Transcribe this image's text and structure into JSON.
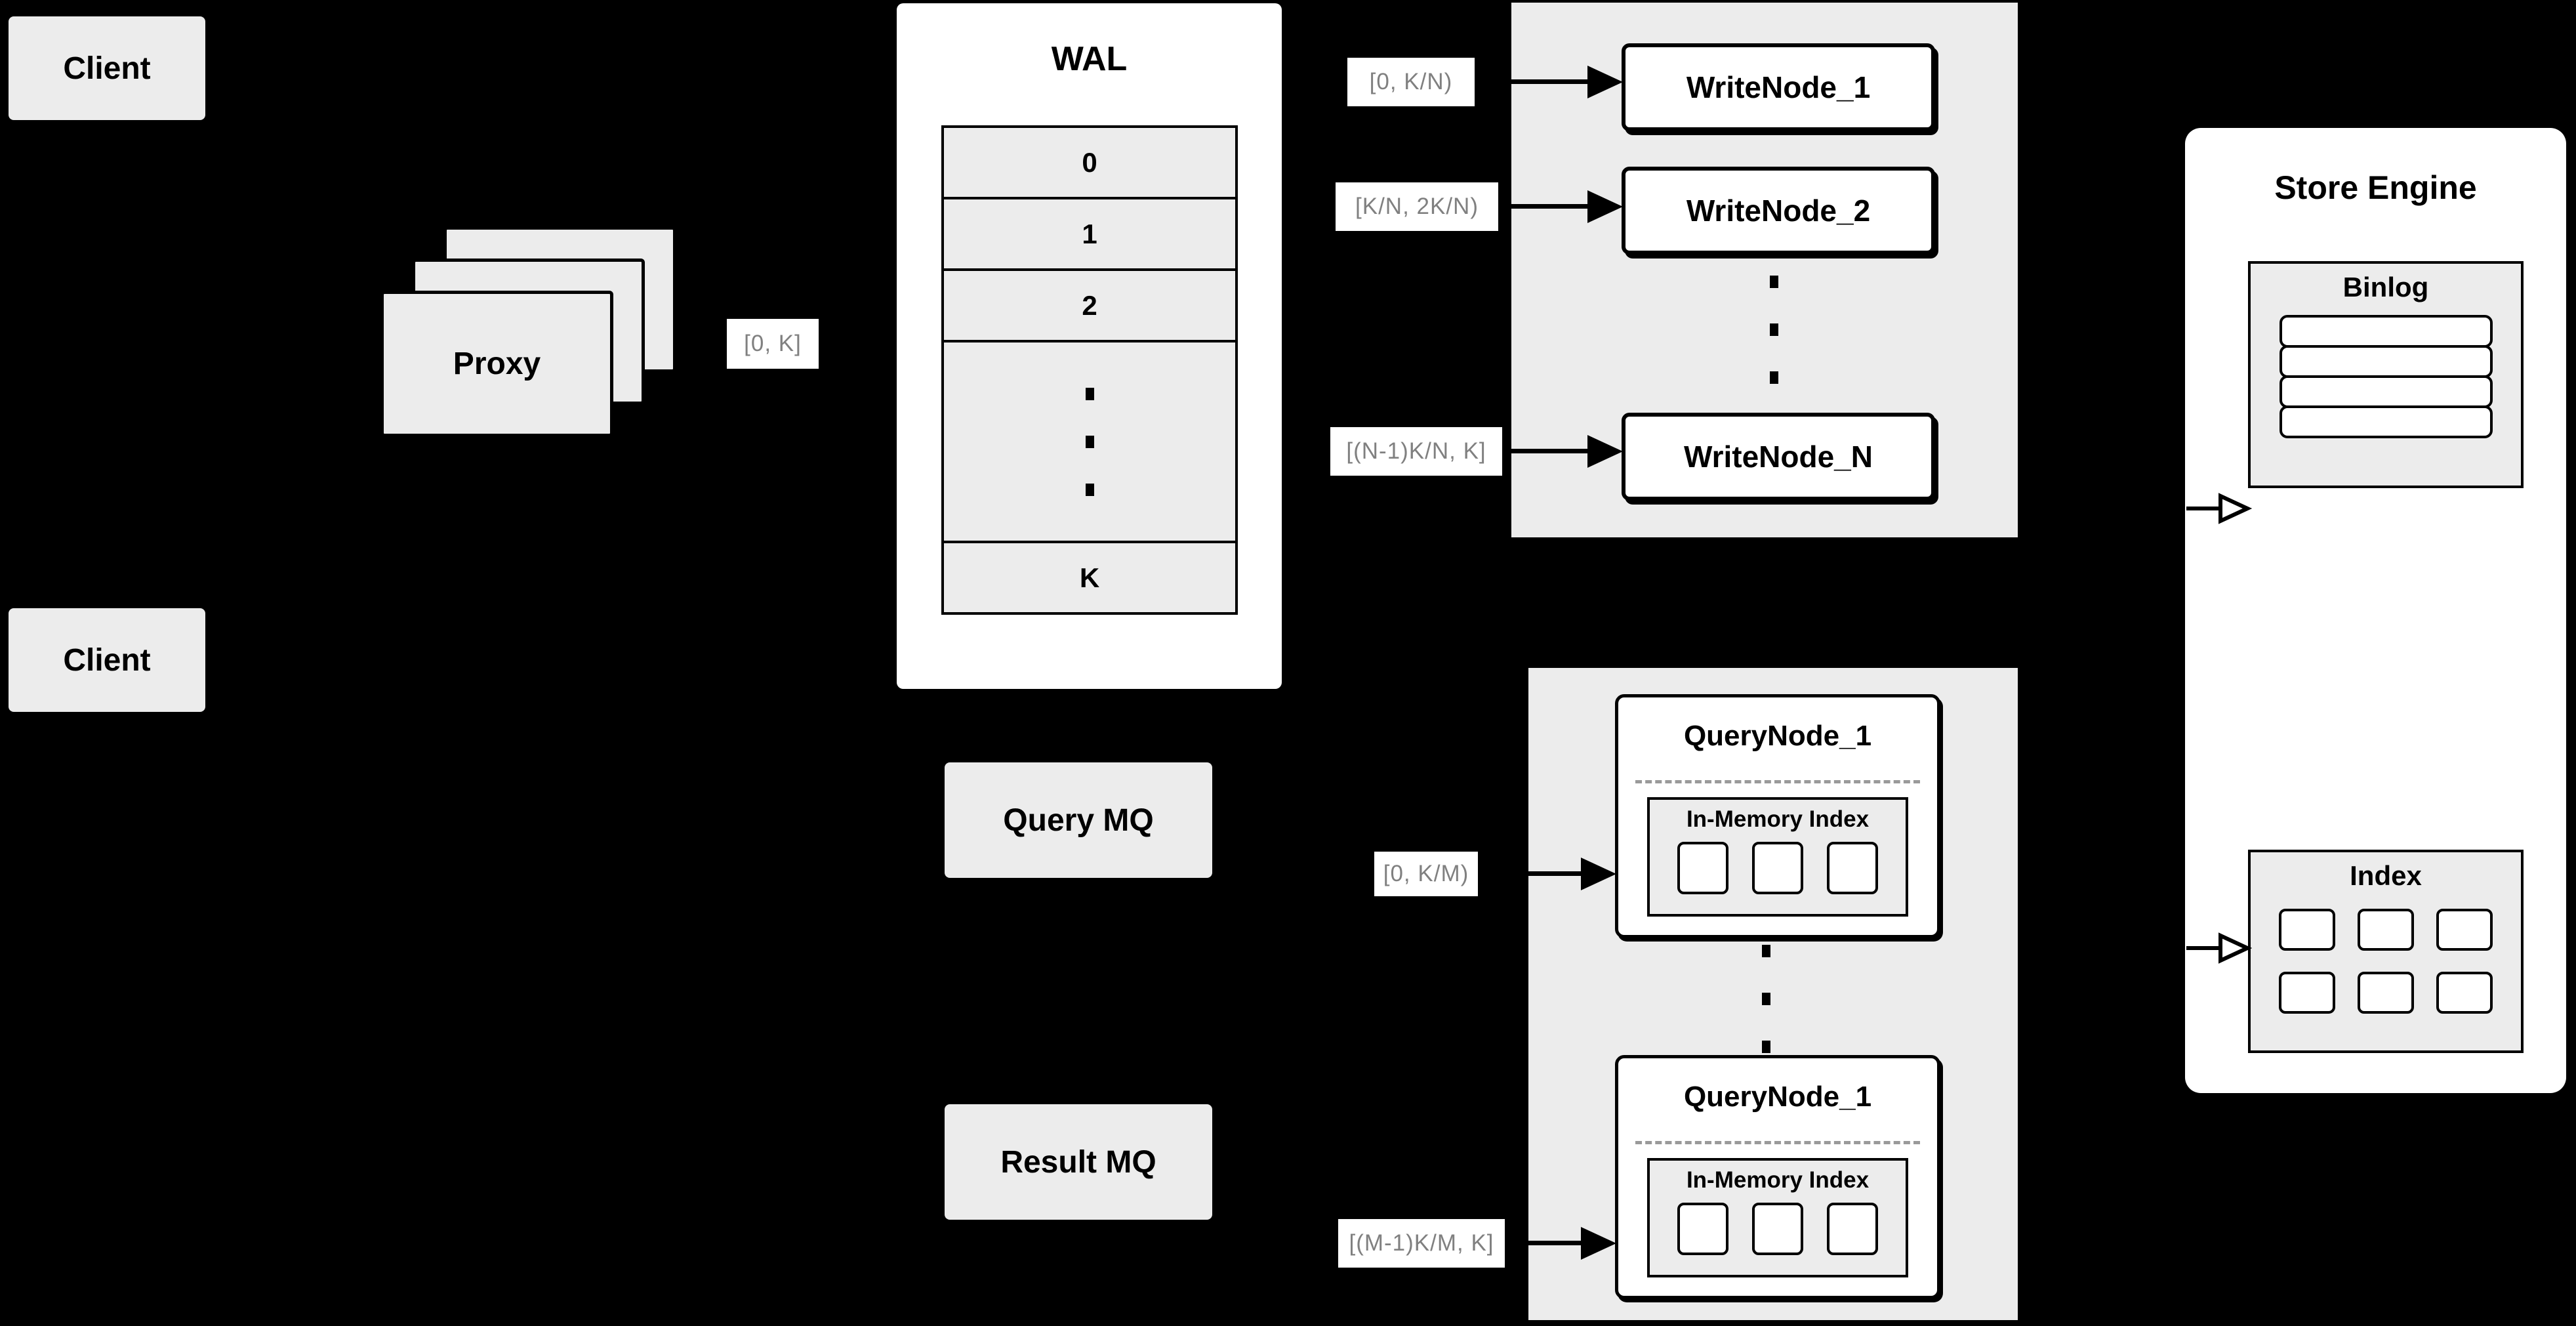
{
  "diagram": {
    "client1_label": "Client",
    "client2_label": "Client",
    "proxy_label": "Proxy",
    "wal": {
      "title": "WAL",
      "segments": [
        "0",
        "1",
        "2"
      ],
      "last_segment": "K"
    },
    "flow_labels": {
      "proxy_to_wal": "[0, K]",
      "write_1": "[0, K/N)",
      "write_2": "[K/N, 2K/N)",
      "write_n": "[(N-1)K/N, K]",
      "query_first": "[0, K/M)",
      "query_last": "[(M-1)K/M, K]"
    },
    "write_nodes": [
      "WriteNode_1",
      "WriteNode_2",
      "WriteNode_N"
    ],
    "store_engine": {
      "title": "Store Engine",
      "binlog_title": "Binlog",
      "binlog_rows": 4,
      "index_title": "Index",
      "index_cells": 6
    },
    "mq": {
      "query": "Query MQ",
      "result": "Result MQ"
    },
    "query_nodes": {
      "top_title": "QueryNode_1",
      "top_inner": "In-Memory Index",
      "bottom_title": "QueryNode_1",
      "bottom_inner": "In-Memory Index"
    },
    "colors": {
      "background": "#000000",
      "box_gray": "#ececec",
      "box_white": "#ffffff",
      "border": "#000000",
      "label_text": "#808080",
      "dashed_line": "#9a9a9a"
    }
  }
}
